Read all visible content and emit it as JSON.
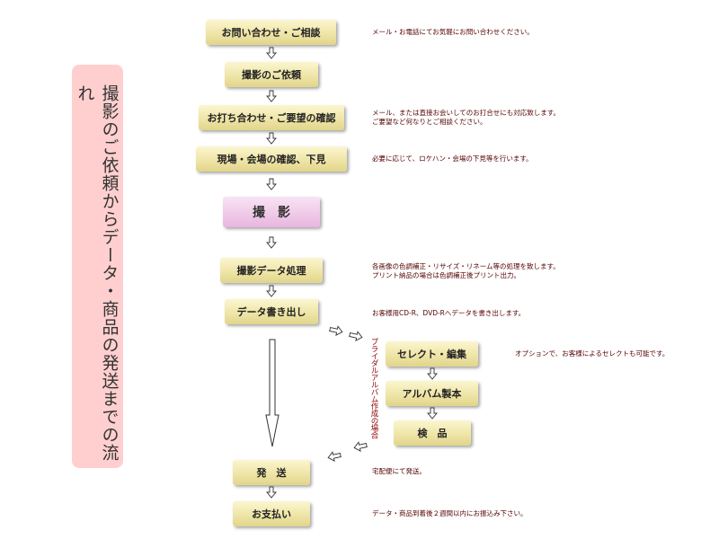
{
  "title": "撮影のご依頼からデータ・商品の発送までの流れ",
  "steps": {
    "inquiry": "お問い合わせ・ご相談",
    "request": "撮影のご依頼",
    "meeting": "お打ち合わせ・ご要望の確認",
    "site": "現場・会場の確認、下見",
    "shoot": "撮　影",
    "process": "撮影データ処理",
    "export": "データ書き出し",
    "select": "セレクト・編集",
    "album": "アルバム製本",
    "inspect": "検　品",
    "ship": "発　送",
    "pay": "お支払い"
  },
  "notes": {
    "inquiry": "メール・お電話にてお気軽にお問い合わせください。",
    "meeting_1": "メール、または直接お会いしてのお打合せにも対応致します。",
    "meeting_2": "ご要望など何なりとご相談ください。",
    "site": "必要に応じて、ロケハン・会場の下見等を行います。",
    "process_1": "各画像の色調補正・リサイズ・リネーム等の処理を致します。",
    "process_2": "プリント納品の場合は色調補正後プリント出力。",
    "export": "お客様用CD-R、DVD-Rへデータを書き出します。",
    "select": "オプションで、お客様によるセレクトも可能です。",
    "ship": "宅配便にて発送。",
    "pay": "データ・商品到着後２週間以内にお振込み下さい。"
  },
  "branch_label": "ブライダルアルバム作成の場合"
}
